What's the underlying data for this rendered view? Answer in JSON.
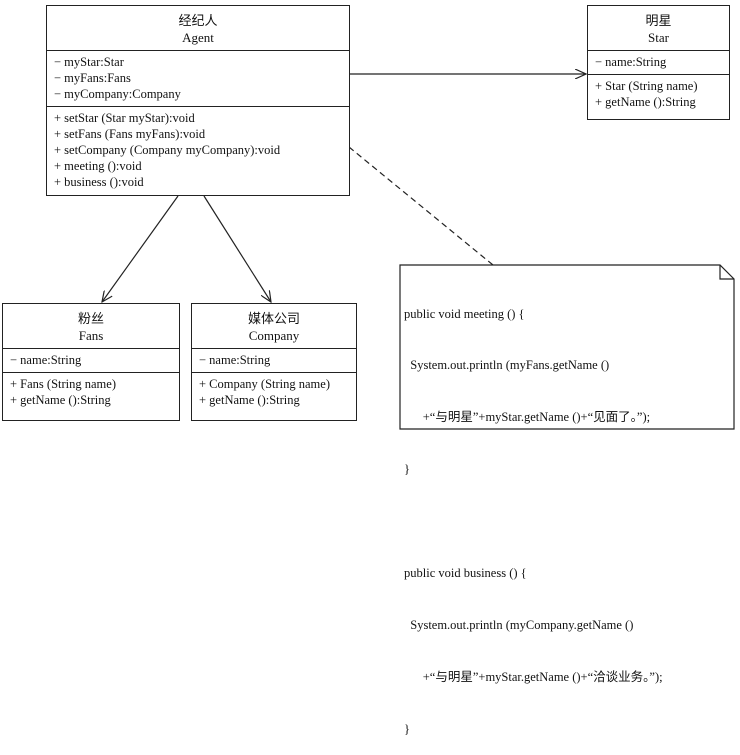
{
  "classes": {
    "agent": {
      "title_cn": "经纪人",
      "title_en": "Agent",
      "attributes": [
        "− myStar:Star",
        "− myFans:Fans",
        "− myCompany:Company"
      ],
      "methods": [
        "+ setStar (Star myStar):void",
        "+ setFans (Fans myFans):void",
        "+ setCompany (Company myCompany):void",
        "+ meeting ():void",
        "+ business ():void"
      ]
    },
    "star": {
      "title_cn": "明星",
      "title_en": "Star",
      "attributes": [
        "− name:String"
      ],
      "methods": [
        "+ Star (String name)",
        "+ getName ():String"
      ]
    },
    "fans": {
      "title_cn": "粉丝",
      "title_en": "Fans",
      "attributes": [
        "− name:String"
      ],
      "methods": [
        "+ Fans (String name)",
        "+ getName ():String"
      ]
    },
    "company": {
      "title_cn": "媒体公司",
      "title_en": "Company",
      "attributes": [
        "− name:String"
      ],
      "methods": [
        "+ Company (String name)",
        "+ getName ():String"
      ]
    }
  },
  "note": {
    "lines": [
      "public void meeting () {",
      "  System.out.println (myFans.getName ()",
      "      +“与明星”+myStar.getName ()+“见面了。”);",
      "}",
      "",
      "public void business () {",
      "  System.out.println (myCompany.getName ()",
      "      +“与明星”+myStar.getName ()+“洽谈业务。”);",
      "}"
    ]
  }
}
